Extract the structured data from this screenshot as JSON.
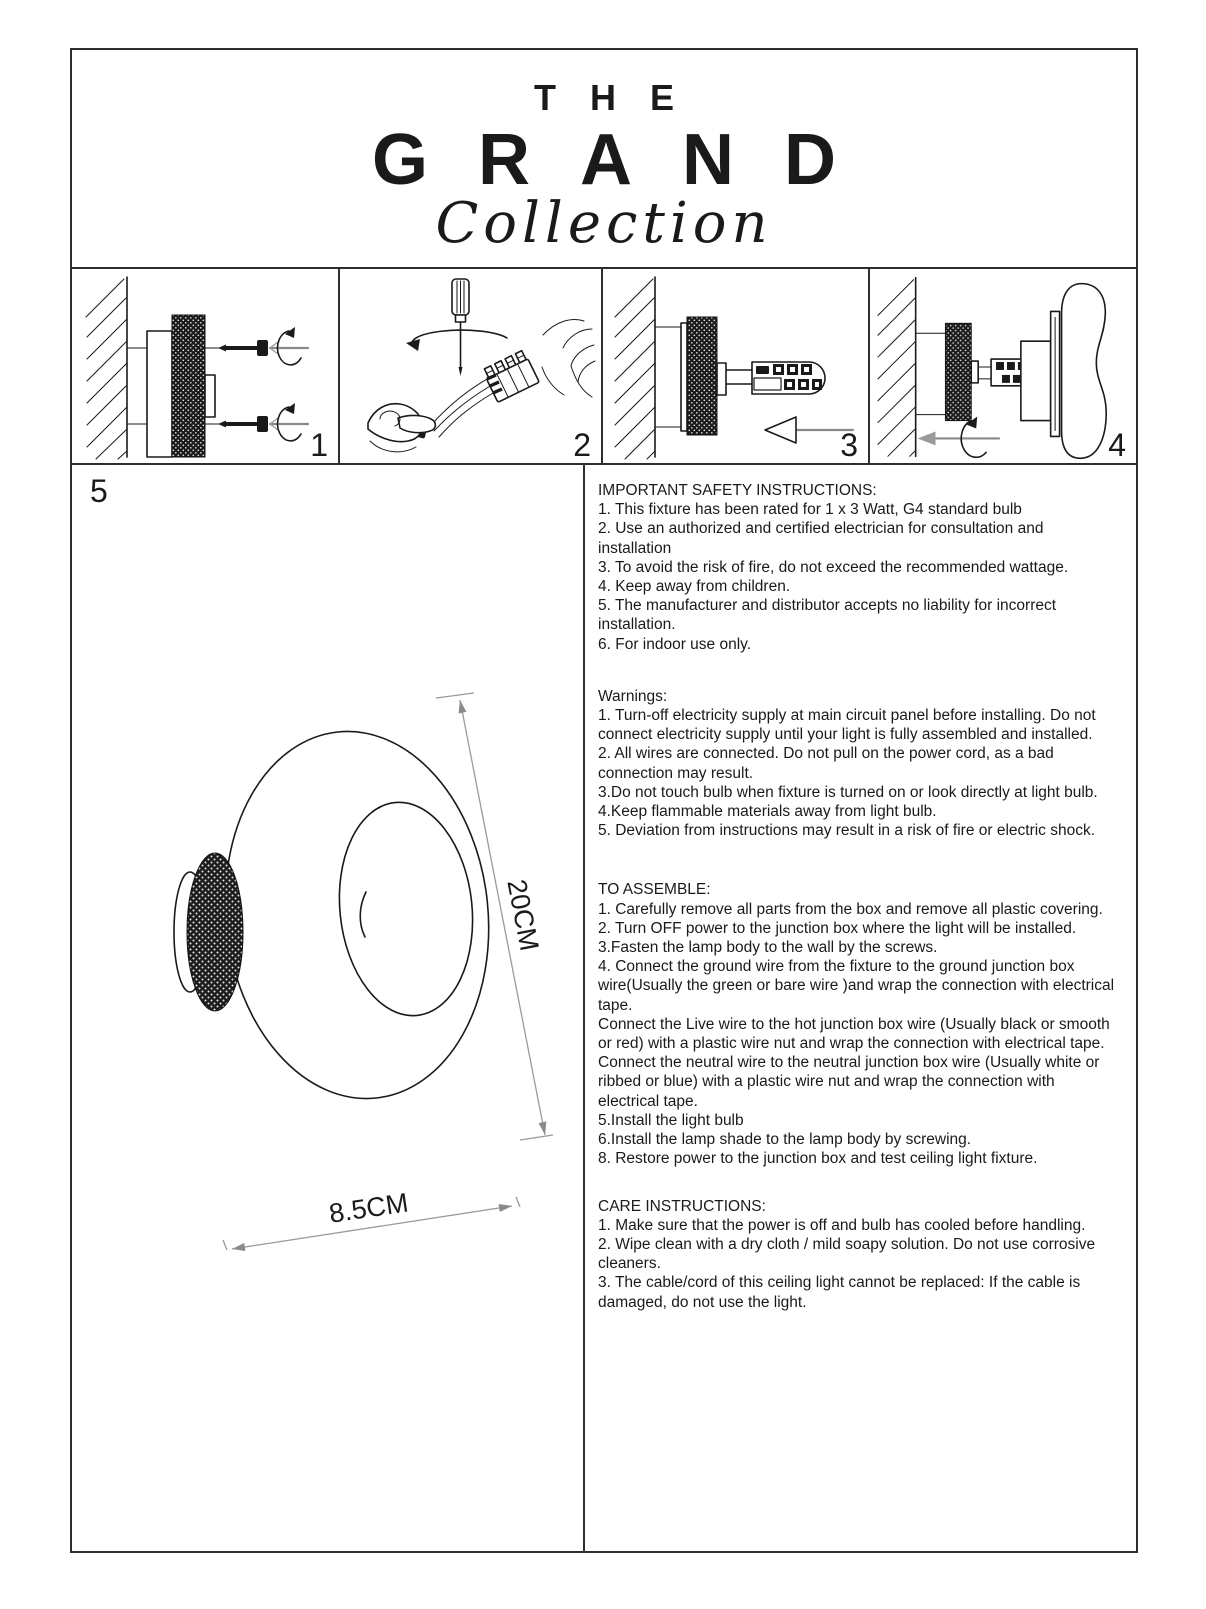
{
  "header": {
    "line1": "THE",
    "line2": "GRAND",
    "line3": "Collection"
  },
  "steps": [
    "1",
    "2",
    "3",
    "4"
  ],
  "diagram": {
    "number": "5",
    "height_label": "20CM",
    "width_label": "8.5CM"
  },
  "sections": [
    {
      "heading": "IMPORTANT SAFETY INSTRUCTIONS:",
      "items": [
        "1. This fixture has been rated for 1 x 3 Watt, G4 standard bulb",
        "2. Use an authorized and certified electrician for consultation and installation",
        "3. To avoid the risk of fire, do not exceed the recommended wattage.",
        "4. Keep away from children.",
        "5. The manufacturer and distributor accepts no liability for incorrect installation.",
        "6. For indoor use only."
      ]
    },
    {
      "heading": "Warnings:",
      "items": [
        "1. Turn-off electricity supply at main circuit panel before installing. Do not connect electricity supply until your light is fully assembled and installed.",
        "2. All wires are connected. Do not pull on the power cord, as a bad connection may result.",
        "3.Do not touch bulb when fixture is turned on or look directly at light bulb.",
        "4.Keep flammable materials away from light bulb.",
        "5. Deviation from instructions may result in a risk of fire or electric shock."
      ]
    },
    {
      "heading": "TO ASSEMBLE:",
      "items": [
        "1. Carefully remove all parts from the box and remove all plastic covering.",
        "2. Turn OFF power to the junction box where the light will be installed.",
        "3.Fasten the lamp body to the wall by the screws.",
        "4. Connect the ground wire from the fixture to the ground junction box wire(Usually the green or bare wire )and wrap the connection with electrical tape.",
        "Connect the Live wire to the hot junction box wire (Usually black or smooth or red) with a plastic wire nut and wrap the connection with electrical tape.",
        "Connect the neutral wire to the neutral junction box wire (Usually white or ribbed or blue) with a plastic wire nut and wrap the connection with electrical tape.",
        "5.Install the light bulb",
        "6.Install the lamp shade to the lamp body by screwing.",
        "8. Restore power to the junction box and test ceiling light fixture."
      ]
    },
    {
      "heading": "CARE INSTRUCTIONS:",
      "items": [
        "1. Make sure that the power is off and bulb has cooled before handling.",
        "2. Wipe clean with a dry cloth / mild soapy solution. Do not use corrosive cleaners.",
        "3. The cable/cord of this ceiling light cannot be replaced: If the cable is damaged, do not use the light."
      ]
    }
  ],
  "colors": {
    "ink": "#1a1a1a",
    "border": "#2e2e2e",
    "dimension_line": "#8a8a8a",
    "paper": "#ffffff"
  }
}
